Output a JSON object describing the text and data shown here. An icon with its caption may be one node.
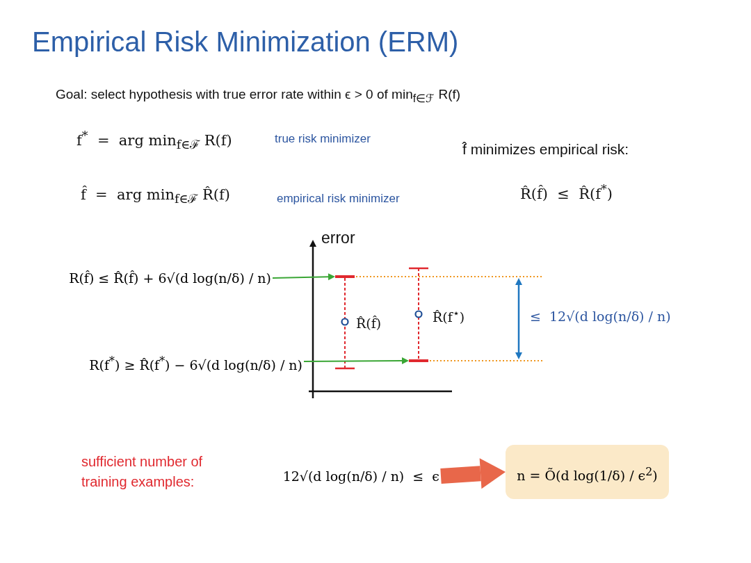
{
  "diagram": {
    "title": "Empirical Risk Minimization (ERM)",
    "nodes": [
      {
        "text": [
          "R(f̂) ≤ R̂(f̂) + 6√(d log(n/δ) / n)"
        ]
      },
      {
        "text": [
          "R(f$^{*}$) ≥ R̂(f$^{*}$) − 6√(d log(n/δ) / n)"
        ]
      },
      {
        "text": [],
        "shape": "bar"
      },
      {
        "text": [],
        "shape": "bar"
      },
      {
        "text": [
          "12√(d log(n/δ) / n)  ≤  ϵ"
        ]
      },
      {
        "text": [
          "n = Õ(d log(1/δ) / ϵ$^{2}$)"
        ]
      }
    ],
    "edges": [
      {
        "from": 0,
        "to": 2,
        "arrow": "to"
      },
      {
        "from": 1,
        "to": 3,
        "arrow": "to"
      },
      {
        "from": 4,
        "to": 5,
        "arrow": "to",
        "style": "thick",
        "color": "#e8674a"
      }
    ],
    "labels": [
      "Goal: select hypothesis with true error rate within ϵ > 0 of min$_{f∈ℱ}$ R(f)",
      "f$^{*}$  =  arg min$_{f∈ℱ}$ R(f)",
      "true risk minimizer",
      "f̂  =  arg min$_{f∈ℱ}$ R̂(f)",
      "empirical risk minimizer",
      "f̂ minimizes empirical risk:",
      "R̂(f̂)  ≤  R̂(f$^{*}$)",
      "error",
      "R̂(f̂)",
      "R̂(f$^{⋆}$)",
      "≤  12√(d log(n/δ) / n)",
      "sufficient number of training examples:"
    ]
  }
}
